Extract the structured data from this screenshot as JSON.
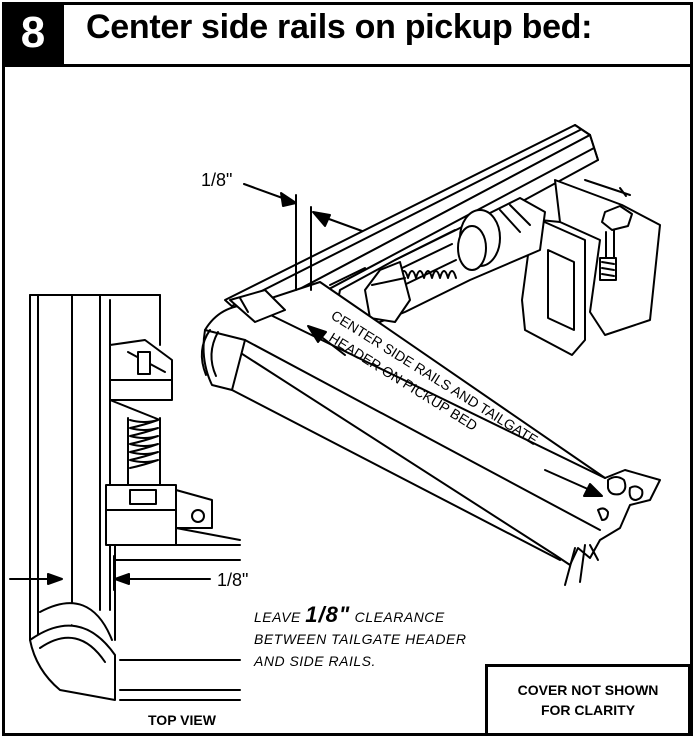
{
  "header": {
    "step_number": "8",
    "title": "Center side rails on pickup bed:"
  },
  "callouts": {
    "dimension_top": "1/8\"",
    "dimension_bottom": "1/8\"",
    "arrow_label_line1": "CENTER SIDE RAILS AND TAILGATE",
    "arrow_label_line2": "HEADER ON PICKUP BED"
  },
  "note": {
    "line1_prefix": "LEAVE ",
    "line1_value": "1/8\"",
    "line1_suffix": " CLEARANCE",
    "line2": "BETWEEN TAILGATE HEADER",
    "line3": "AND SIDE RAILS."
  },
  "cover_box": {
    "line1": "COVER NOT SHOWN",
    "line2": "FOR CLARITY"
  },
  "view_label": "TOP VIEW"
}
